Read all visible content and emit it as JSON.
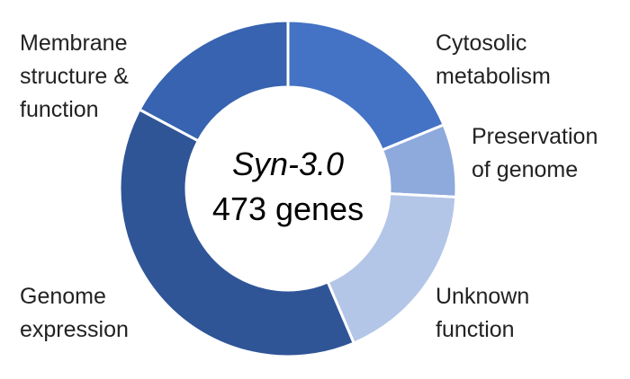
{
  "chart_data": {
    "type": "donut",
    "center_title": "Syn-3.0",
    "center_subtitle": "473 genes",
    "slices": [
      {
        "label_lines": [
          "Cytosolic",
          "metabolism"
        ],
        "value": 18.8,
        "color": "#4472C4"
      },
      {
        "label_lines": [
          "Preservation",
          "of genome"
        ],
        "value": 7.0,
        "color": "#8EA9DB"
      },
      {
        "label_lines": [
          "Unknown",
          "function"
        ],
        "value": 17.8,
        "color": "#B4C6E7"
      },
      {
        "label_lines": [
          "Genome",
          "expression"
        ],
        "value": 39.2,
        "color": "#2F5597"
      },
      {
        "label_lines": [
          "Membrane",
          "structure &",
          "function"
        ],
        "value": 17.2,
        "color": "#3763B0"
      }
    ]
  }
}
